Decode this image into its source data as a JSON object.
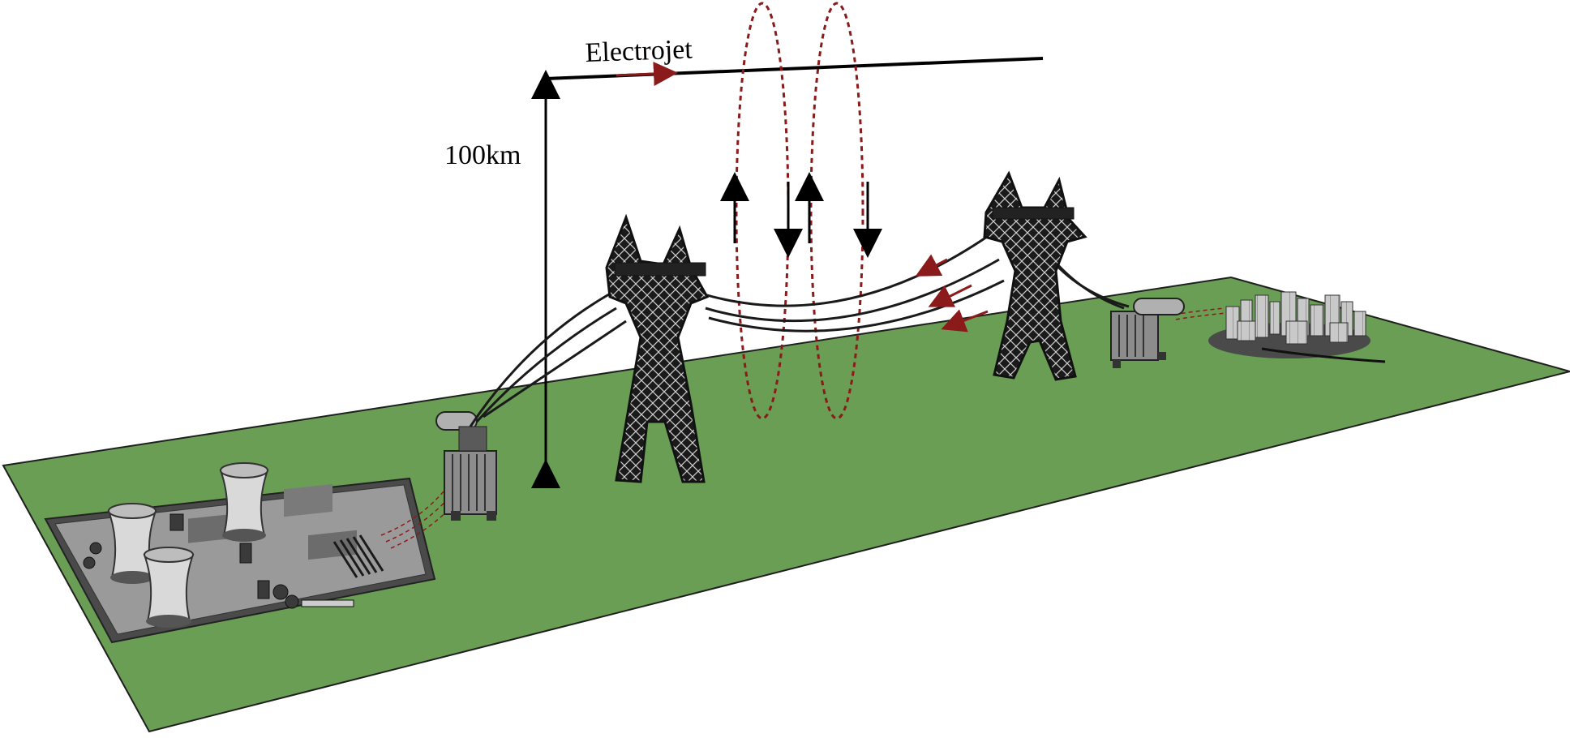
{
  "labels": {
    "electrojet": "Electrojet",
    "altitude": "100km"
  },
  "colors": {
    "ground": "#6a9e55",
    "ground_edge": "#1f1f1f",
    "current_arrow": "#8b1a1a",
    "field_loop": "#8b1a1a",
    "structure": "#1a1a1a",
    "plant_base": "#8c8c8c"
  },
  "components": [
    "power-plant",
    "step-up-transformer",
    "transmission-tower",
    "transmission-tower",
    "step-down-transformer",
    "city"
  ]
}
